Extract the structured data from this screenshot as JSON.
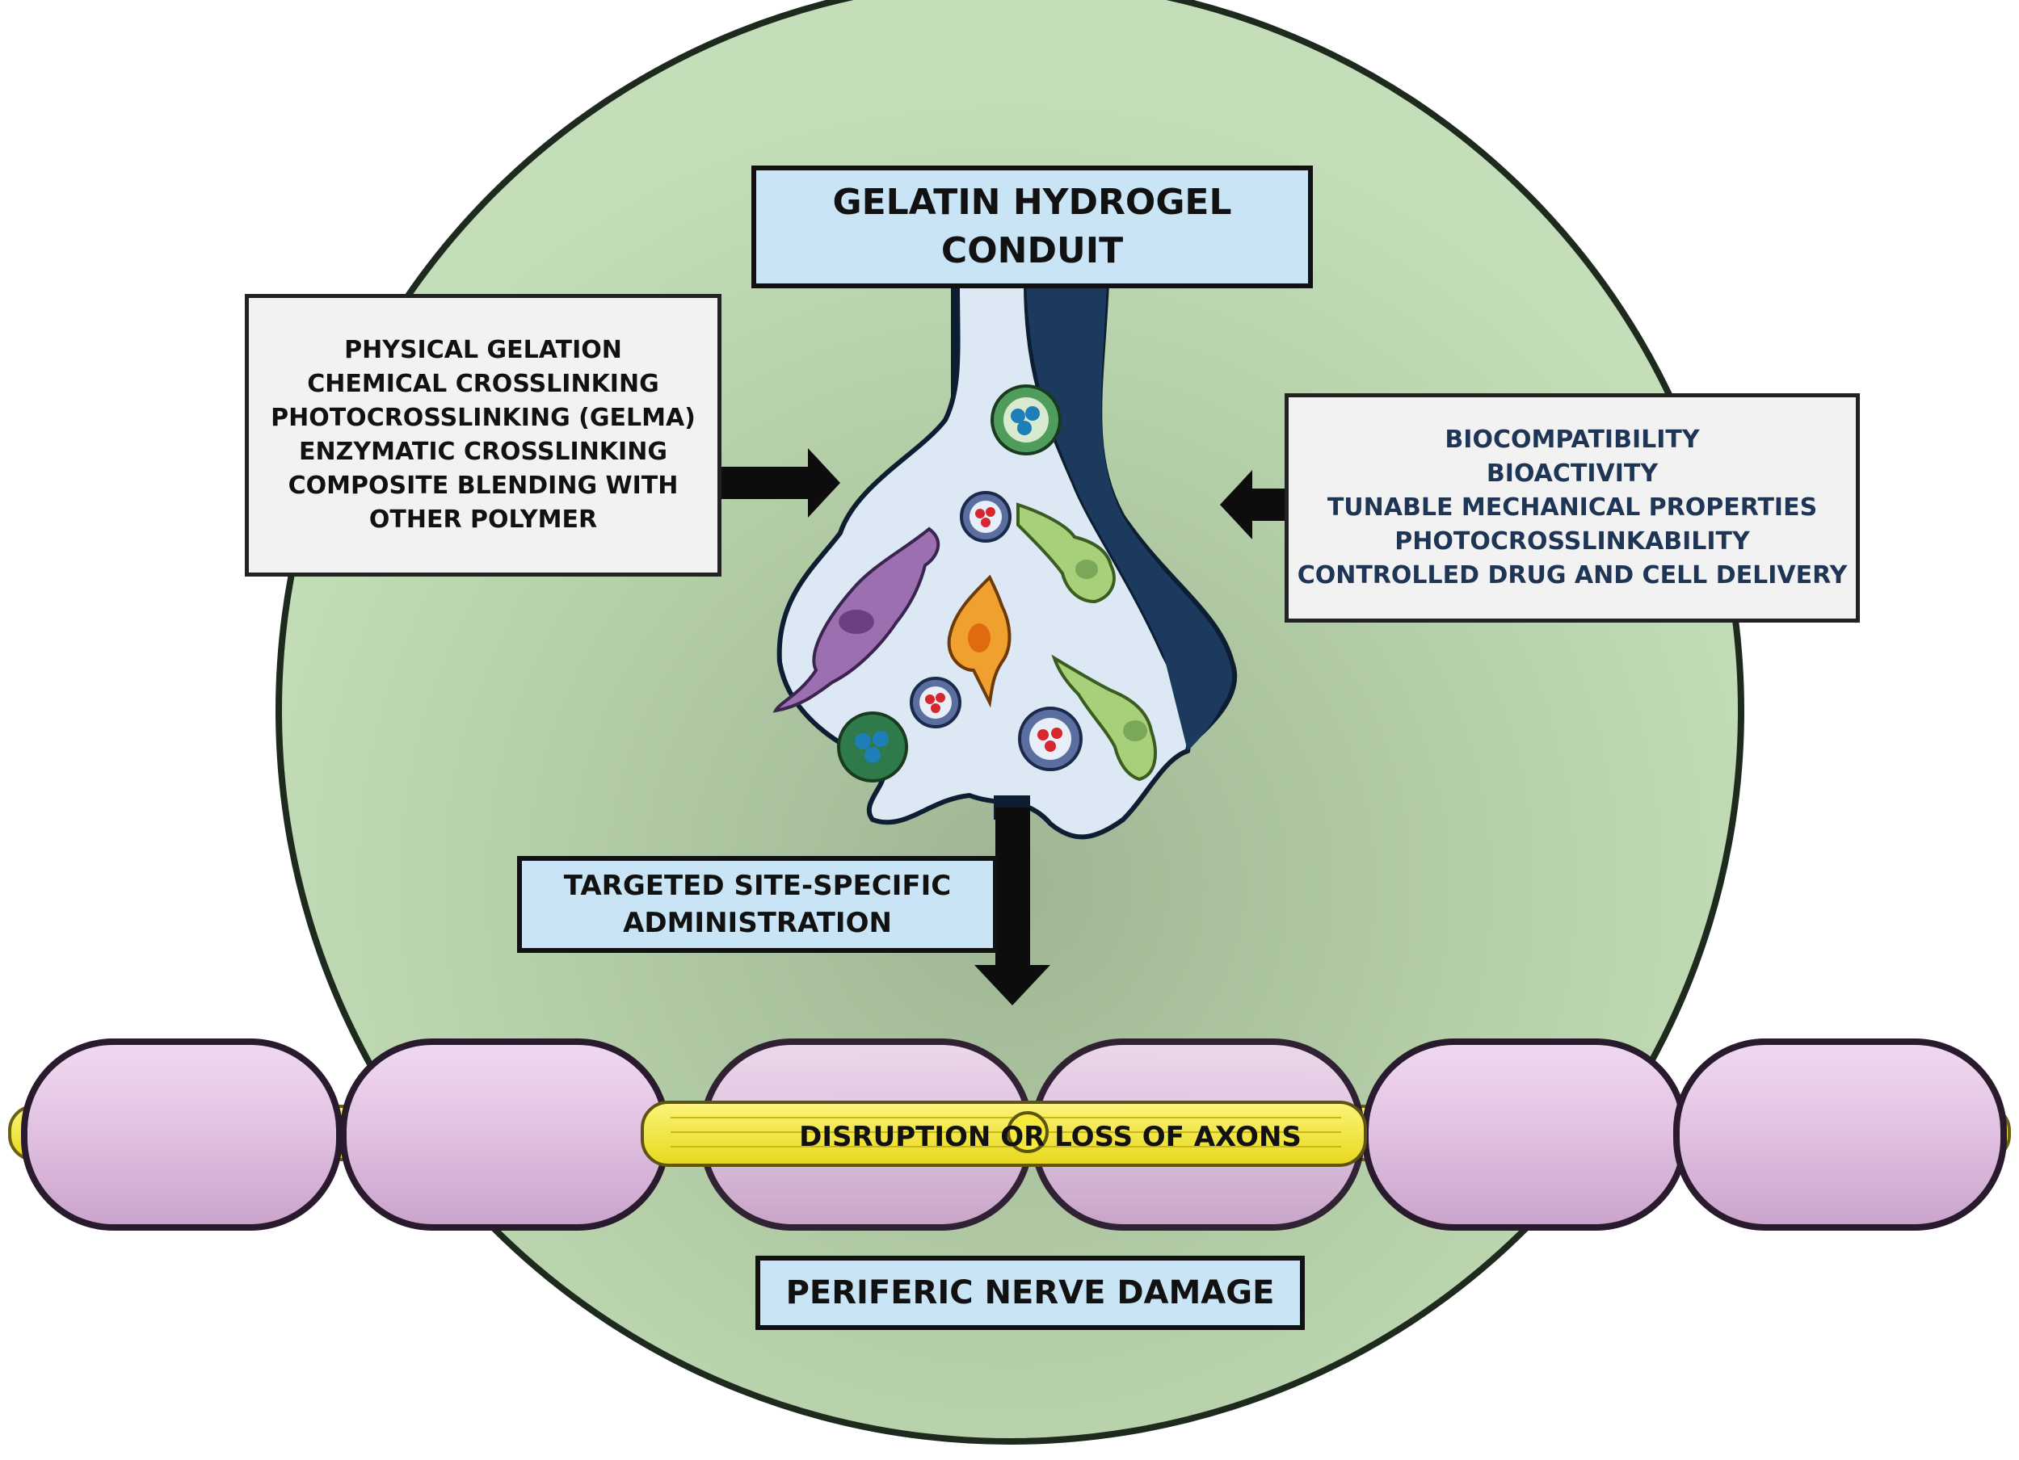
{
  "title": {
    "lines": [
      "GELATIN HYDROGEL",
      "CONDUIT"
    ]
  },
  "methods": {
    "lines": [
      "PHYSICAL GELATION",
      "CHEMICAL CROSSLINKING",
      "PHOTOCROSSLINKING (GELMA)",
      "ENZYMATIC CROSSLINKING",
      "COMPOSITE BLENDING WITH",
      "OTHER POLYMER"
    ]
  },
  "properties": {
    "lines": [
      "BIOCOMPATIBILITY",
      "BIOACTIVITY",
      "TUNABLE MECHANICAL PROPERTIES",
      "PHOTOCROSSLINKABILITY",
      "CONTROLLED DRUG AND CELL DELIVERY"
    ]
  },
  "administration": {
    "lines": [
      "TARGETED SITE-SPECIFIC",
      "ADMINISTRATION"
    ]
  },
  "axon_label": "DISRUPTION OR LOSS OF AXONS",
  "damage_label": "PERIFERIC NERVE DAMAGE",
  "icons": [
    "hydrogel-conduit-icon",
    "cell-icon",
    "microsphere-icon",
    "nerve-fiber-icon",
    "arrow-icon"
  ],
  "colors": {
    "background_circle": "#c3deb8",
    "circle_center": "#9fb594",
    "label_box_blue": "#c9e4f5",
    "label_box_grey": "#f2f2f2",
    "conduit_dark": "#1b3a5e",
    "conduit_gel": "#dce9f5",
    "myelin": "#e5c4e5",
    "axon": "#f5ea3a",
    "properties_text": "#1f3556"
  }
}
